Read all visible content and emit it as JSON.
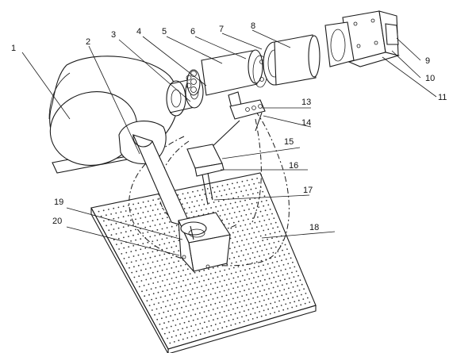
{
  "callouts": [
    {
      "id": "1",
      "text": "1"
    },
    {
      "id": "2",
      "text": "2"
    },
    {
      "id": "3",
      "text": "3"
    },
    {
      "id": "4",
      "text": "4"
    },
    {
      "id": "5",
      "text": "5"
    },
    {
      "id": "6",
      "text": "6"
    },
    {
      "id": "7",
      "text": "7"
    },
    {
      "id": "8",
      "text": "8"
    },
    {
      "id": "9",
      "text": "9"
    },
    {
      "id": "10",
      "text": "10"
    },
    {
      "id": "11",
      "text": "11"
    },
    {
      "id": "13",
      "text": "13"
    },
    {
      "id": "14",
      "text": "14"
    },
    {
      "id": "15",
      "text": "15"
    },
    {
      "id": "16",
      "text": "16"
    },
    {
      "id": "17",
      "text": "17"
    },
    {
      "id": "18",
      "text": "18"
    },
    {
      "id": "19",
      "text": "19"
    },
    {
      "id": "20",
      "text": "20"
    }
  ],
  "colors": {
    "line": "#1a1a1a",
    "background": "#ffffff"
  }
}
